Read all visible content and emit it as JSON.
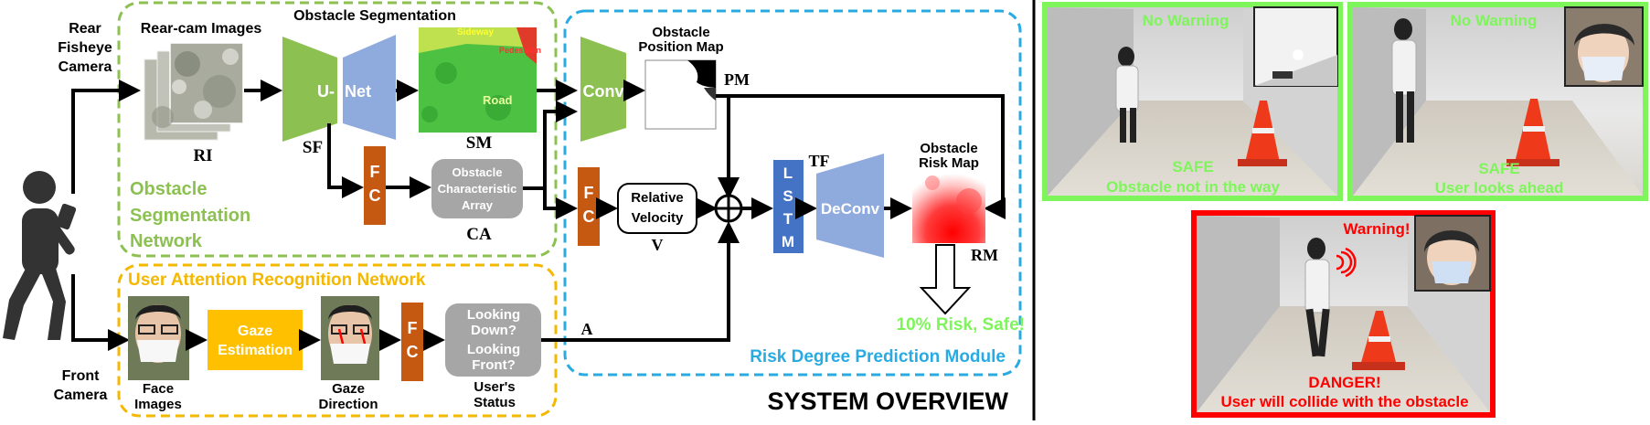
{
  "diagram": {
    "sections": {
      "obstacle_seg": "Obstacle Segmentation",
      "obstacle_seg_network": [
        "Obstacle",
        "Segmentation",
        "Network"
      ],
      "user_attention": "User Attention Recognition Network",
      "risk_module": "Risk Degree Prediction Module",
      "system_overview": "SYSTEM OVERVIEW"
    },
    "inputs": {
      "rear_camera": [
        "Rear",
        "Fisheye",
        "Camera"
      ],
      "front_camera": [
        "Front",
        "Camera"
      ],
      "rear_images": "Rear-cam Images",
      "face_images": [
        "Face",
        "Images"
      ]
    },
    "unet": {
      "left": "U-",
      "right": "Net"
    },
    "seg_map_labels": {
      "sideway": "Sideway",
      "pedestrian": "Pedestrian",
      "road": "Road"
    },
    "symbols": {
      "ri": "RI",
      "sf": "SF",
      "sm": "SM",
      "ca": "CA",
      "pm": "PM",
      "tf": "TF",
      "v": "V",
      "a": "A",
      "rm": "RM"
    },
    "blocks": {
      "fc": [
        "F",
        "C"
      ],
      "conv": "Conv",
      "obstacle_position_map": [
        "Obstacle",
        "Position Map"
      ],
      "obstacle_char_array": [
        "Obstacle",
        "Characteristic",
        "Array"
      ],
      "relative_velocity": [
        "Relative",
        "Velocity"
      ],
      "lstm": [
        "L",
        "S",
        "T",
        "M"
      ],
      "deconv": "DeConv",
      "obstacle_risk_map": [
        "Obstacle",
        "Risk Map"
      ],
      "gaze_estimation": [
        "Gaze",
        "Estimation"
      ],
      "gaze_direction": [
        "Gaze",
        "Direction"
      ],
      "users_status_block": [
        "Looking",
        "Down?",
        "Looking",
        "Front?"
      ],
      "users_status": [
        "User's",
        "Status"
      ]
    },
    "result": "10% Risk, Safe!"
  },
  "scenes": [
    {
      "top": "No Warning",
      "bottom": [
        "SAFE",
        "Obstacle not in the way"
      ]
    },
    {
      "top": "No Warning",
      "bottom": [
        "SAFE",
        "User looks ahead"
      ]
    },
    {
      "top": "Warning!",
      "bottom": [
        "DANGER!",
        "User will collide with the obstacle"
      ]
    }
  ],
  "colors": {
    "green": "#8cc152",
    "blue": "#29abe2",
    "yellow": "#f5b800",
    "orange": "#c65911",
    "lavender": "#8faadc",
    "lstm": "#4472c4",
    "gray": "#a6a6a6",
    "safe_green": "#7ef55a",
    "danger_red": "#ff0000"
  }
}
